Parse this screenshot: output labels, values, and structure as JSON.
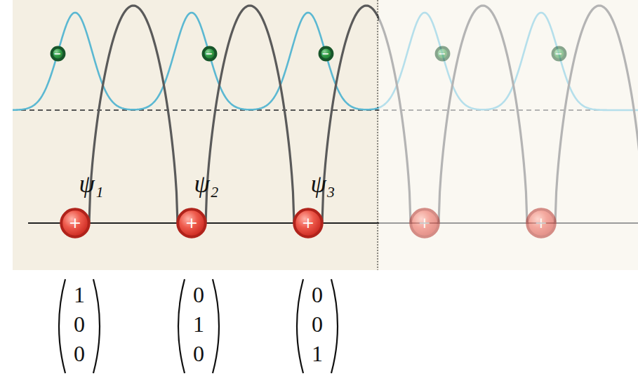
{
  "diagram": {
    "nodes": [
      {
        "text": [
          "−"
        ]
      },
      {
        "text": [
          "−"
        ]
      },
      {
        "text": [
          "−"
        ]
      },
      {
        "text": [
          "−"
        ]
      },
      {
        "text": [
          "−"
        ]
      },
      {
        "text": [
          "+"
        ]
      },
      {
        "text": [
          "+"
        ]
      },
      {
        "text": [
          "+"
        ]
      },
      {
        "text": [
          "+"
        ]
      },
      {
        "text": [
          "+"
        ]
      }
    ],
    "labels": [
      "ψ₁",
      "ψ₂",
      "ψ₃",
      "1",
      "0",
      "0",
      "0",
      "1",
      "0",
      "0",
      "0",
      "1"
    ]
  }
}
